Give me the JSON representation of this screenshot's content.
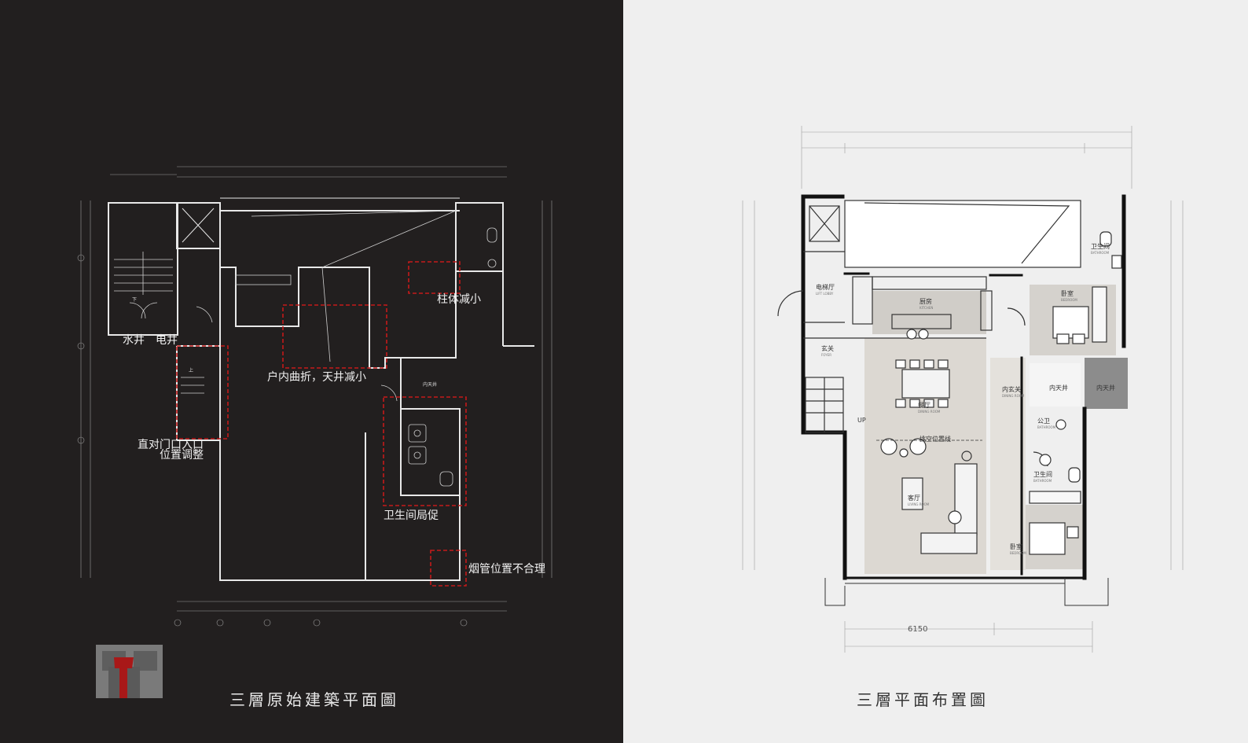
{
  "left_plan": {
    "title": "三層原始建築平面圖",
    "annotations": {
      "column": "柱体减小",
      "corridor": "户内曲折，天井减小",
      "entrance_line1": "直对门口入口",
      "entrance_line2": "位置调整",
      "bathroom": "卫生间局促",
      "flue": "烟管位置不合理"
    },
    "shaft_labels": {
      "water": "水井",
      "electric": "电井"
    },
    "light_well": "内天井",
    "stair_down": "下",
    "stair_up": "上"
  },
  "right_plan": {
    "title": "三層平面布置圖",
    "rooms": {
      "elevator_hall": {
        "name": "电梯厅",
        "en": "LIFT LOBBY"
      },
      "kitchen": {
        "name": "厨房",
        "en": "KITCHEN"
      },
      "master_bath": {
        "name": "卫生间",
        "en": "BATHROOM"
      },
      "bedroom1": {
        "name": "卧室",
        "en": "BEDROOM"
      },
      "foyer": {
        "name": "玄关",
        "en": "FOYER"
      },
      "dining": {
        "name": "餐厅",
        "en": "DINING ROOM"
      },
      "inner_foyer": {
        "name": "内玄关",
        "en": "DINING ROOM"
      },
      "light_well_a": {
        "name": "内天井"
      },
      "light_well_b": {
        "name": "内天井"
      },
      "guest_wc": {
        "name": "公卫",
        "en": "BATHROOM"
      },
      "bath2": {
        "name": "卫生间",
        "en": "BATHROOM"
      },
      "living": {
        "name": "客厅",
        "en": "LIVING ROOM"
      },
      "bedroom2": {
        "name": "卧室",
        "en": "BEDROOM"
      }
    },
    "void_line": "挑空位置线",
    "stair_up": "UP",
    "dimension_6150": "6150"
  },
  "colors": {
    "dark_bg": "#221f1f",
    "light_bg": "#efefef",
    "annotation_red": "#c41a1a",
    "floor_beige": "#dcd8d2",
    "wall_black": "#111111"
  }
}
